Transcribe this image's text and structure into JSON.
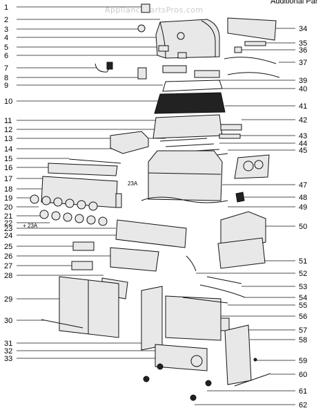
{
  "watermark": "AppliancePartsPros.com",
  "header_text": "Additional Par",
  "side_note_23a": "23A",
  "side_note_23a_left": "23A",
  "callouts_left": [
    "1",
    "2",
    "3",
    "4",
    "5",
    "6",
    "7",
    "8",
    "9",
    "10",
    "11",
    "12",
    "13",
    "14",
    "15",
    "16",
    "17",
    "18",
    "19",
    "20",
    "21",
    "22",
    "23",
    "24",
    "25",
    "26",
    "27",
    "28",
    "29",
    "30",
    "31",
    "32",
    "33"
  ],
  "callouts_right": [
    "34",
    "35",
    "36",
    "37",
    "39",
    "40",
    "41",
    "42",
    "43",
    "44",
    "45",
    "47",
    "48",
    "49",
    "50",
    "51",
    "52",
    "53",
    "54",
    "55",
    "56",
    "57",
    "58",
    "59",
    "60",
    "61",
    "62"
  ],
  "callout_23_prefix": "+"
}
